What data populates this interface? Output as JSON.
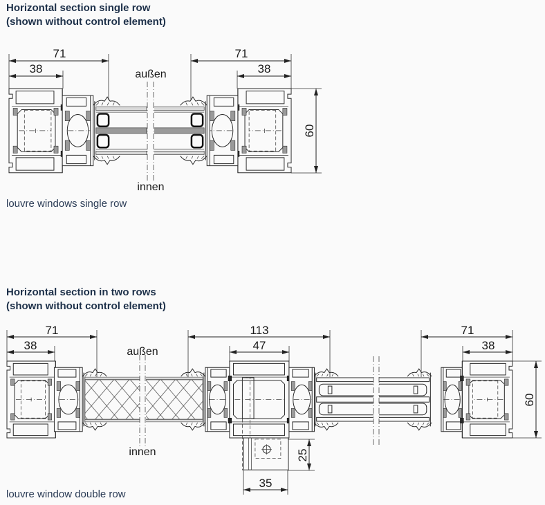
{
  "colors": {
    "heading": "#1d3049",
    "caption": "#2a3b55",
    "background": "#fafafa",
    "line": "#2b2b2b"
  },
  "sections": [
    {
      "title": "Horizontal section single row",
      "subtitle": "(shown without control element)",
      "caption": "louvre windows single row",
      "labels": {
        "outside": "außen",
        "inside": "innen"
      },
      "dimensions": {
        "left_total": "71",
        "left_frame": "38",
        "right_total": "71",
        "right_frame": "38",
        "height": "60"
      }
    },
    {
      "title": "Horizontal section in two rows",
      "subtitle": "(shown without control element)",
      "caption": "louvre window double row",
      "labels": {
        "outside": "außen",
        "inside": "innen"
      },
      "dimensions": {
        "left_total": "71",
        "left_frame": "38",
        "middle_total": "113",
        "middle_mullion": "47",
        "right_total": "71",
        "right_frame": "38",
        "height": "60",
        "tab_height": "25",
        "tab_width": "35"
      }
    }
  ]
}
